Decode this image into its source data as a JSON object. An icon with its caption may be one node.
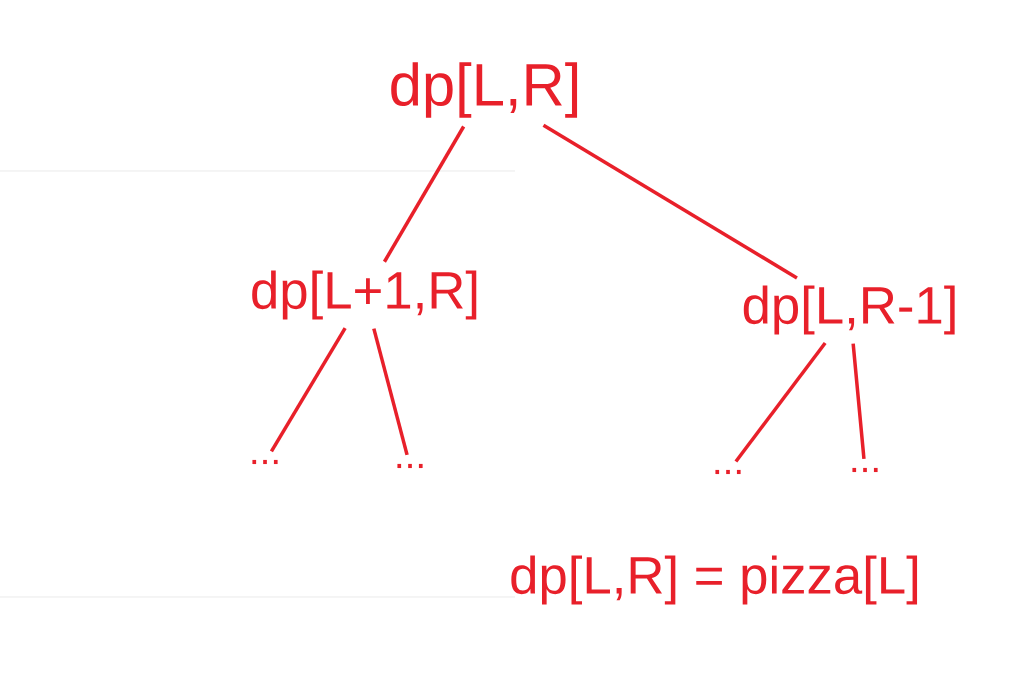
{
  "diagram": {
    "nodes": [
      {
        "text": [
          "dp[L,R]"
        ]
      },
      {
        "text": [
          "dp[L+1,R]"
        ]
      },
      {
        "text": [
          "dp[L,R-1]"
        ]
      },
      {
        "text": [
          "..."
        ]
      },
      {
        "text": [
          "..."
        ]
      },
      {
        "text": [
          "..."
        ]
      },
      {
        "text": [
          "..."
        ]
      }
    ],
    "edges": [
      {
        "from": 0,
        "to": 1,
        "arrow": "none"
      },
      {
        "from": 0,
        "to": 2,
        "arrow": "none"
      },
      {
        "from": 1,
        "to": 3,
        "arrow": "none"
      },
      {
        "from": 1,
        "to": 4,
        "arrow": "none"
      },
      {
        "from": 2,
        "to": 5,
        "arrow": "none"
      },
      {
        "from": 2,
        "to": 6,
        "arrow": "none"
      }
    ],
    "labels": [
      "dp[L,R] = pizza[L]"
    ]
  }
}
